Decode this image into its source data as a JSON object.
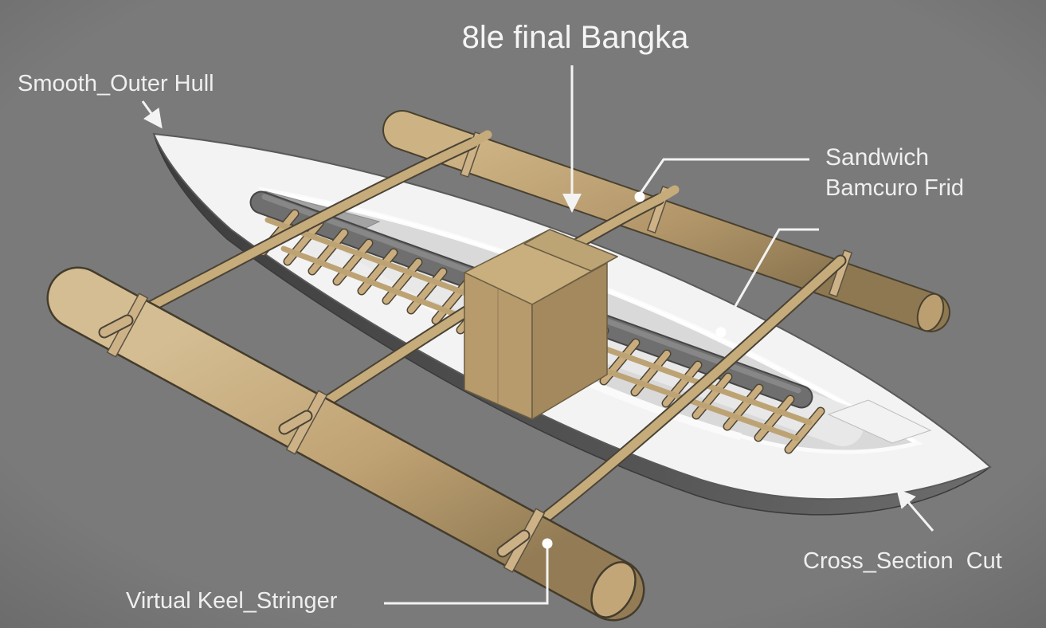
{
  "scene": {
    "background_color": "#7a7a7a",
    "annotation_color": "#f3f3f3",
    "hull_color": "#f3f3f3",
    "hull_shadow_color": "#4c4c4c",
    "bamboo_color": "#c6ab7b",
    "keel_tube_color": "#6f6f6f"
  },
  "annotations": {
    "model_title": "8le final Bangka",
    "outer_hull": "Smooth_Outer Hull",
    "sandwich_line1": "Sandwich",
    "sandwich_line2": "Bamcuro Frid",
    "cross_section": "Cross_Section  Cut",
    "keel_stringer": "Virtual Keel_Stringer"
  }
}
